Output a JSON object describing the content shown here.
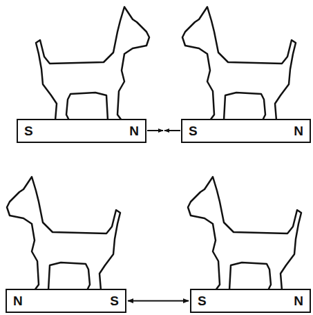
{
  "diagram": {
    "nodes": [
      {
        "text": [
          "S",
          "N"
        ]
      },
      {
        "text": [
          "S",
          "N"
        ]
      },
      {
        "text": [
          "N",
          "S"
        ]
      },
      {
        "text": [
          "S",
          "N"
        ]
      }
    ],
    "edges": [
      {
        "from": 2,
        "to": 3,
        "arrow": "both"
      }
    ]
  }
}
